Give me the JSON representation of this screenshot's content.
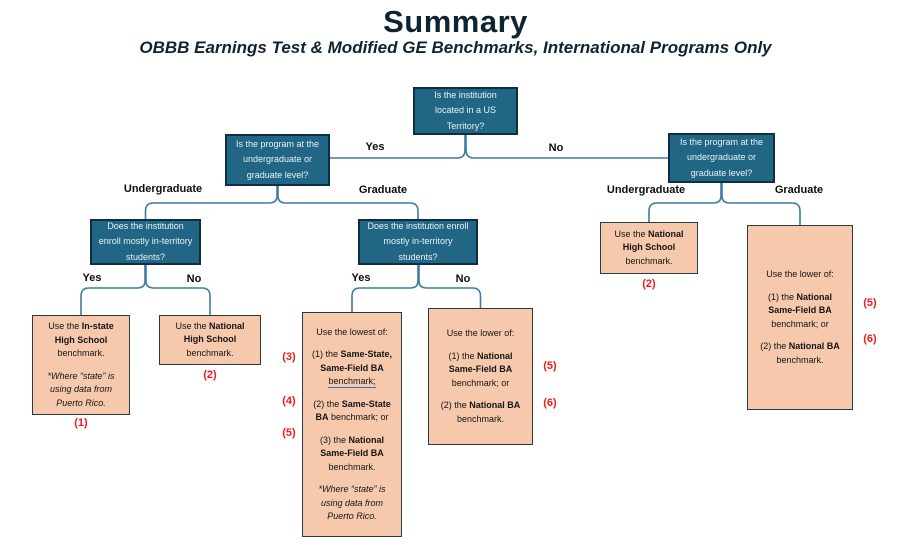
{
  "title": "Summary",
  "subtitle": "OBBB Earnings Test & Modified GE Benchmarks, International Programs Only",
  "colors": {
    "title_color": "#0e2433",
    "node_fill": "#216684",
    "node_border": "#0e2f40",
    "node_text": "#eaf1f5",
    "outcome_fill": "#f6c9ac",
    "outcome_border": "#2a3942",
    "connector": "#3d7ba0",
    "ref_red": "#ed1c1c",
    "link_underline": "#2e75b6"
  },
  "questions": {
    "territory": "Is the institution located in a US Territory?",
    "level_left": "Is the program at the undergraduate or graduate level?",
    "level_right": "Is the program at the undergraduate or graduate level?",
    "enroll_left": "Does the institution enroll mostly in-territory students?",
    "enroll_mid": "Does the institution enroll mostly in-territory students?"
  },
  "branch_labels": {
    "yes_top": "Yes",
    "no_top": "No",
    "undergrad_left": "Undergraduate",
    "grad_left": "Graduate",
    "undergrad_right": "Undergraduate",
    "grad_right": "Graduate",
    "yes_left": "Yes",
    "no_left": "No",
    "yes_mid": "Yes",
    "no_mid": "No"
  },
  "outcomes": {
    "in_state_hs": {
      "paragraphs": [
        [
          {
            "t": "Use the "
          },
          {
            "t": "In-state High School",
            "b": true
          },
          {
            "t": " benchmark."
          }
        ],
        [
          {
            "t": "*Where “state” is using data from Puerto Rico.",
            "i": true
          }
        ]
      ],
      "ref": "(1)"
    },
    "national_hs_left": {
      "paragraphs": [
        [
          {
            "t": "Use the "
          },
          {
            "t": "National High School",
            "b": true
          },
          {
            "t": " benchmark."
          }
        ]
      ],
      "ref": "(2)"
    },
    "lowest_of": {
      "paragraphs": [
        [
          {
            "t": "Use the lowest of:"
          }
        ],
        [
          {
            "t": "(1) the "
          },
          {
            "t": "Same-State, Same-Field BA",
            "b": true
          },
          {
            "t": " "
          },
          {
            "t": "benchmark;",
            "u": true
          }
        ],
        [
          {
            "t": "(2) the "
          },
          {
            "t": "Same-State BA",
            "b": true
          },
          {
            "t": " benchmark; or"
          }
        ],
        [
          {
            "t": "(3) the "
          },
          {
            "t": "National Same-Field BA",
            "b": true
          },
          {
            "t": " benchmark."
          }
        ],
        [
          {
            "t": "*Where “state” is using data from Puerto Rico.",
            "i": true
          }
        ]
      ],
      "refs": [
        "(3)",
        "(4)",
        "(5)"
      ]
    },
    "lower_of_mid": {
      "paragraphs": [
        [
          {
            "t": "Use the lower of:"
          }
        ],
        [
          {
            "t": "(1) the "
          },
          {
            "t": "National Same-Field BA",
            "b": true
          },
          {
            "t": " benchmark; or"
          }
        ],
        [
          {
            "t": "(2) the "
          },
          {
            "t": "National BA",
            "b": true
          },
          {
            "t": " benchmark."
          }
        ]
      ],
      "refs": [
        "(5)",
        "(6)"
      ]
    },
    "national_hs_right": {
      "paragraphs": [
        [
          {
            "t": "Use the "
          },
          {
            "t": "National High School",
            "b": true
          },
          {
            "t": " benchmark."
          }
        ]
      ],
      "ref": "(2)"
    },
    "lower_of_right": {
      "paragraphs": [
        [
          {
            "t": "Use the lower of:"
          }
        ],
        [
          {
            "t": "(1) the "
          },
          {
            "t": "National Same-Field BA",
            "b": true
          },
          {
            "t": " benchmark; or"
          }
        ],
        [
          {
            "t": "(2) the "
          },
          {
            "t": "National BA",
            "b": true
          },
          {
            "t": " benchmark."
          }
        ]
      ],
      "refs": [
        "(5)",
        "(6)"
      ]
    }
  }
}
